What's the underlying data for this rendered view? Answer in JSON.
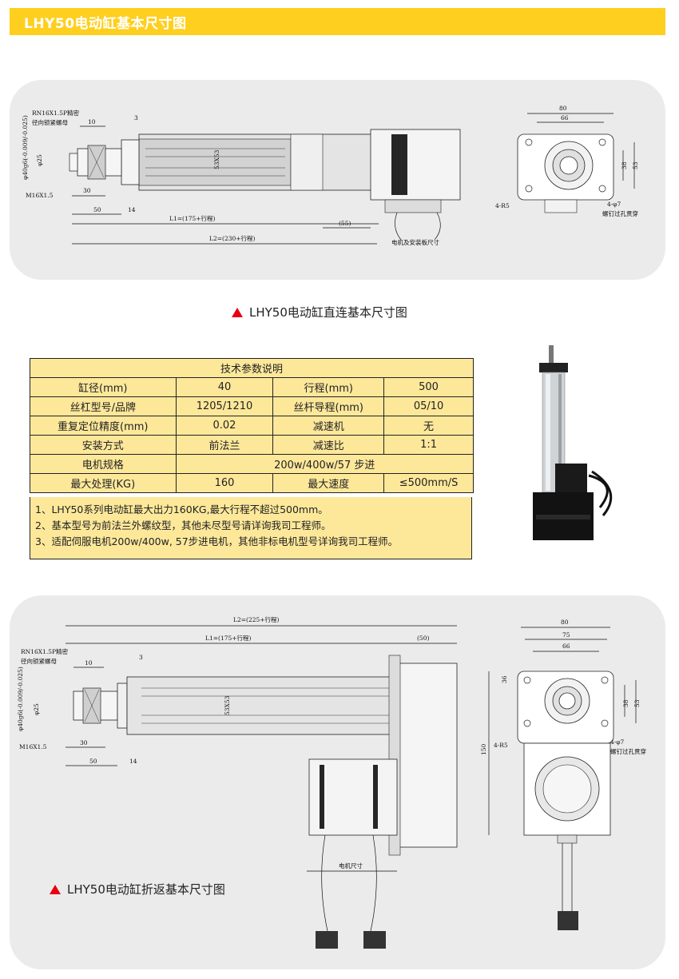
{
  "header": {
    "title": "LHY50电动缸基本尺寸图"
  },
  "section1": {
    "caption": "LHY50电动缸直连基本尺寸图",
    "labels": {
      "thread_note_1": "RN16X1.5P精密",
      "thread_note_2": "径向锁紧螺母",
      "d10": "10",
      "d3": "3",
      "d25": "φ25",
      "dg6": "φ40g6(-0.009/-0.025)",
      "m16": "M16X1.5",
      "d30": "30",
      "d50": "50",
      "d14": "14",
      "l1": "L1=(175+行程)",
      "d55": "(55)",
      "l2": "L2=(230+行程)",
      "motor": "电机及安装板尺寸",
      "section": "53X53",
      "w80": "80",
      "w66": "66",
      "h38": "38",
      "h53": "53",
      "r5": "4-R5",
      "hole": "4-φ7",
      "hole_note": "螺钉过孔贯穿"
    }
  },
  "spec": {
    "title": "技术参数说明",
    "rows": [
      {
        "k1": "缸径(mm)",
        "v1": "40",
        "k2": "行程(mm)",
        "v2": "500"
      },
      {
        "k1": "丝杠型号/品牌",
        "v1": "1205/1210",
        "k2": "丝杆导程(mm)",
        "v2": "05/10"
      },
      {
        "k1": "重复定位精度(mm)",
        "v1": "0.02",
        "k2": "减速机",
        "v2": "无"
      },
      {
        "k1": "安装方式",
        "v1": "前法兰",
        "k2": "减速比",
        "v2": "1:1"
      }
    ],
    "motor_row": {
      "k": "电机规格",
      "v": "200w/400w/57 步进"
    },
    "last_row": {
      "k1": "最大处理(KG)",
      "v1": "160",
      "k2": "最大速度",
      "v2": "≤500mm/S"
    },
    "notes": [
      "1、LHY50系列电动缸最大出力160KG,最大行程不超过500mm。",
      "2、基本型号为前法兰外螺纹型，其他未尽型号请详询我司工程师。",
      "3、适配伺服电机200w/400w, 57步进电机，其他非标电机型号详询我司工程师。"
    ]
  },
  "section2": {
    "caption": "LHY50电动缸折返基本尺寸图",
    "labels": {
      "l2": "L2=(225+行程)",
      "l1": "L1=(175+行程)",
      "d50": "(50)",
      "thread_note_1": "RN16X1.5P精密",
      "thread_note_2": "径向锁紧螺母",
      "d10": "10",
      "d3": "3",
      "dg6": "φ40g6(-0.009/-0.025)",
      "d25": "φ25",
      "m16": "M16X1.5",
      "d30": "30",
      "d50b": "50",
      "d14": "14",
      "section": "53X53",
      "motor": "电机尺寸",
      "w80": "80",
      "w75": "75",
      "w66": "66",
      "h36": "36",
      "h38": "38",
      "h53": "53",
      "h150": "150",
      "r5": "4-R5",
      "hole": "4-φ7",
      "hole_note": "螺钉过孔贯穿"
    }
  },
  "colors": {
    "header": "#ffcf1f",
    "panel": "#ebebeb",
    "table": "#fde89a",
    "accent": "#e60012"
  }
}
